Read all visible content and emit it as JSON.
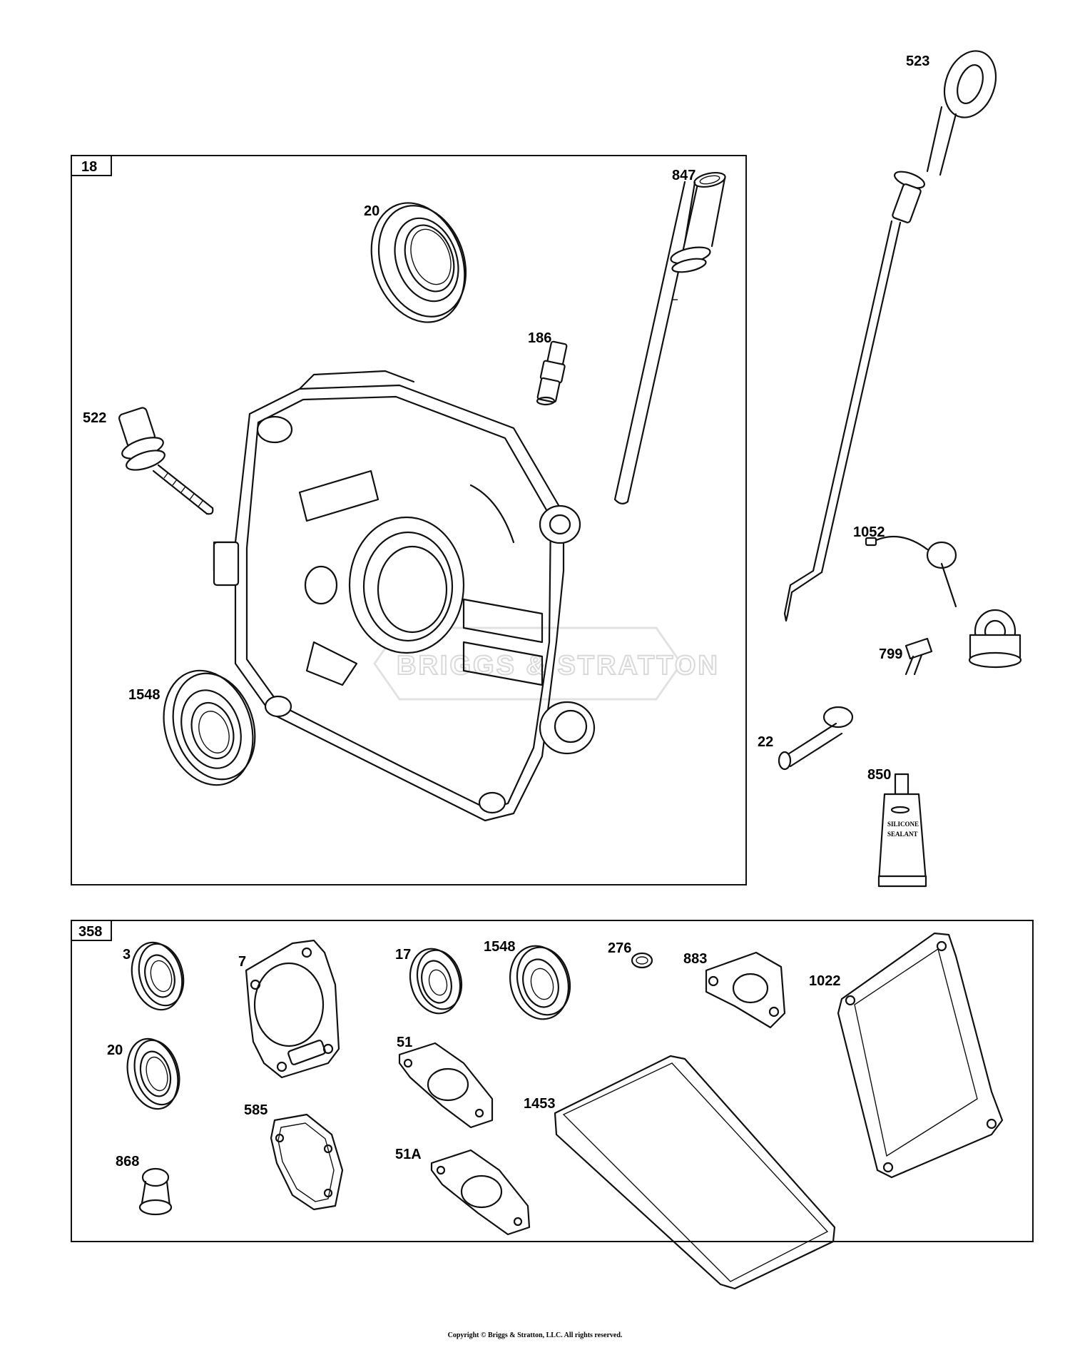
{
  "sections": [
    {
      "id": "18",
      "title": "18"
    },
    {
      "id": "358",
      "title": "358"
    }
  ],
  "labels": {
    "l523": "523",
    "l847": "847",
    "l20a": "20",
    "l186": "186",
    "l522": "522",
    "l1052": "1052",
    "l799": "799",
    "l1548a": "1548",
    "l22": "22",
    "l850": "850",
    "l3": "3",
    "l7": "7",
    "l17": "17",
    "l1548b": "1548",
    "l276": "276",
    "l883": "883",
    "l1022": "1022",
    "l20b": "20",
    "l51": "51",
    "l1453": "1453",
    "l585": "585",
    "l868": "868",
    "l51a": "51A"
  },
  "watermark": {
    "text": "BRIGGS & STRATTON"
  },
  "sealant_tube": {
    "line1": "SILICONE",
    "line2": "SEALANT"
  },
  "copyright": "Copyright © Briggs & Stratton, LLC. All rights reserved."
}
